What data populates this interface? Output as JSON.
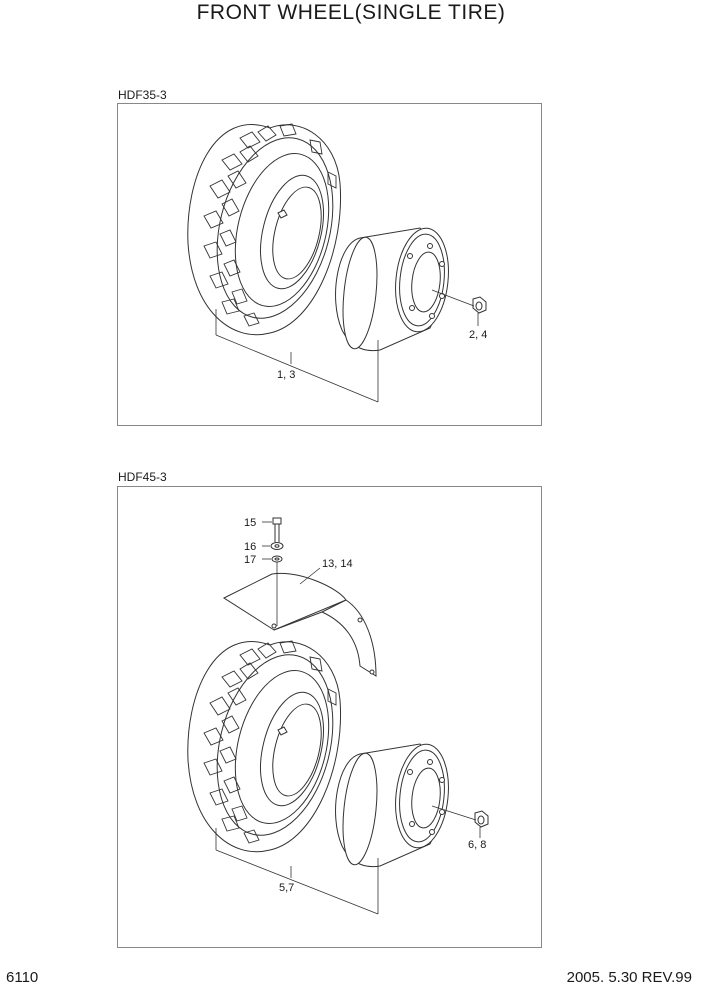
{
  "page": {
    "title": "FRONT WHEEL(SINGLE TIRE)",
    "page_number": "6110",
    "revision": "2005. 5.30 REV.99"
  },
  "sections": [
    {
      "model": "HDF35-3",
      "callouts": {
        "tire_rim": "1, 3",
        "nut": "2, 4"
      }
    },
    {
      "model": "HDF45-3",
      "callouts": {
        "bolt": "15",
        "washer_a": "16",
        "washer_b": "17",
        "fender": "13, 14",
        "tire_rim": "5,7",
        "nut": "6, 8"
      }
    }
  ],
  "colors": {
    "line": "#333333",
    "frame": "#888888",
    "text": "#1a1a1a"
  },
  "icons": [
    "tire-icon",
    "rim-icon",
    "hub-nut-icon",
    "fender-icon",
    "bolt-icon",
    "washer-icon"
  ]
}
